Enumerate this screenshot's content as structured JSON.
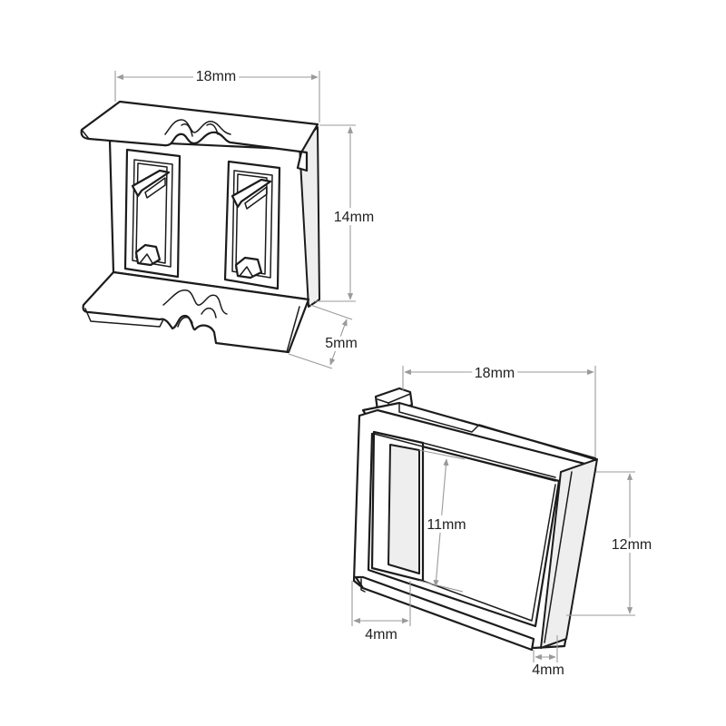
{
  "dimensions": {
    "part1_width": "18mm",
    "part1_height": "14mm",
    "part1_depth": "5mm",
    "part2_width": "18mm",
    "part2_inner_height": "11mm",
    "part2_height": "12mm",
    "part2_wall_left": "4mm",
    "part2_wall_right": "4mm"
  }
}
